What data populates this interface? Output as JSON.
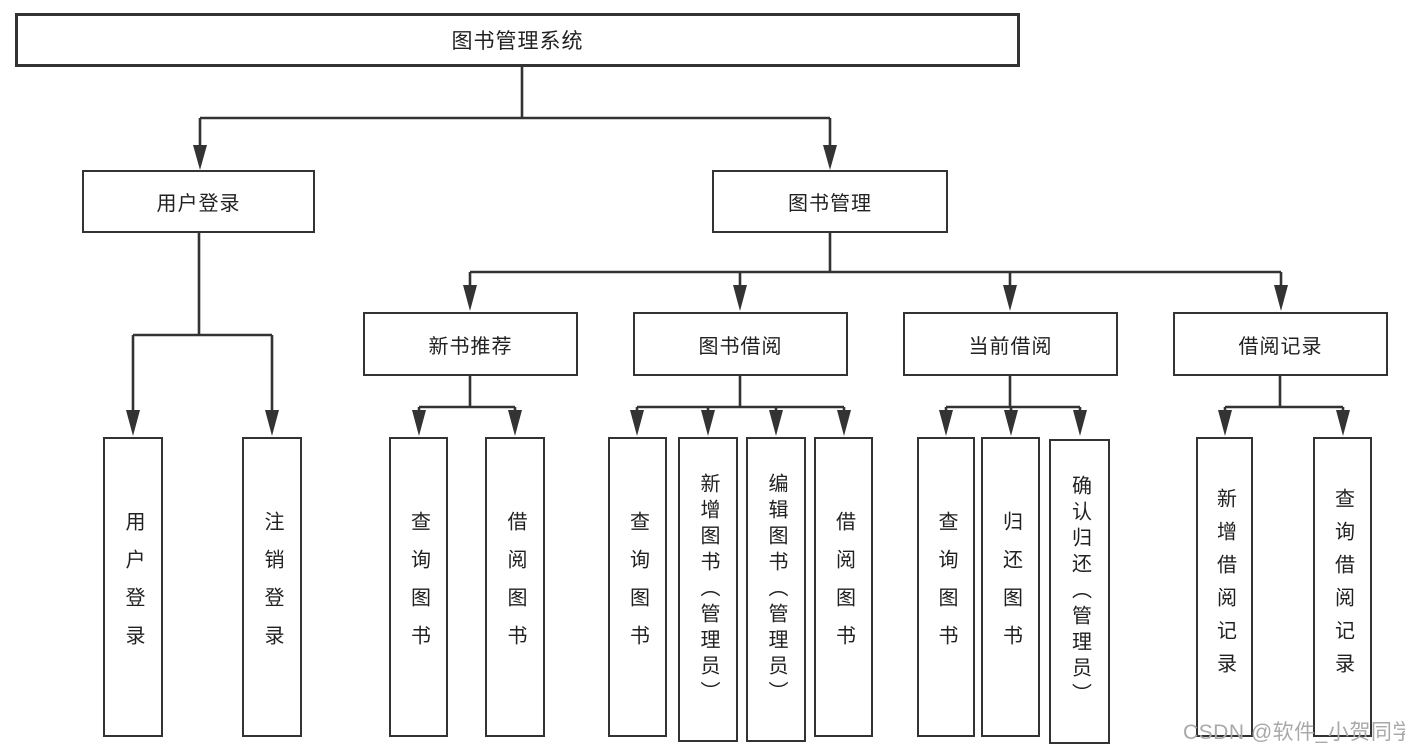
{
  "tree": {
    "label": "图书管理系统",
    "children": [
      {
        "label": "用户登录",
        "children": [
          {
            "label": "用户登录"
          },
          {
            "label": "注销登录"
          }
        ]
      },
      {
        "label": "图书管理",
        "children": [
          {
            "label": "新书推荐",
            "children": [
              {
                "label": "查询图书"
              },
              {
                "label": "借阅图书"
              }
            ]
          },
          {
            "label": "图书借阅",
            "children": [
              {
                "label": "查询图书"
              },
              {
                "label": "新增图书（管理员）"
              },
              {
                "label": "编辑图书（管理员）"
              },
              {
                "label": "借阅图书"
              }
            ]
          },
          {
            "label": "当前借阅",
            "children": [
              {
                "label": "查询图书"
              },
              {
                "label": "归还图书"
              },
              {
                "label": "确认归还（管理员）"
              }
            ]
          },
          {
            "label": "借阅记录",
            "children": [
              {
                "label": "新增借阅记录"
              },
              {
                "label": "查询借阅记录"
              }
            ]
          }
        ]
      }
    ]
  },
  "watermark": "CSDN @软件_小贺同学",
  "colors": {
    "line": "#333333",
    "box_border": "#333333",
    "text": "#212121",
    "watermark": "#a9a9a9",
    "background": "#ffffff"
  }
}
